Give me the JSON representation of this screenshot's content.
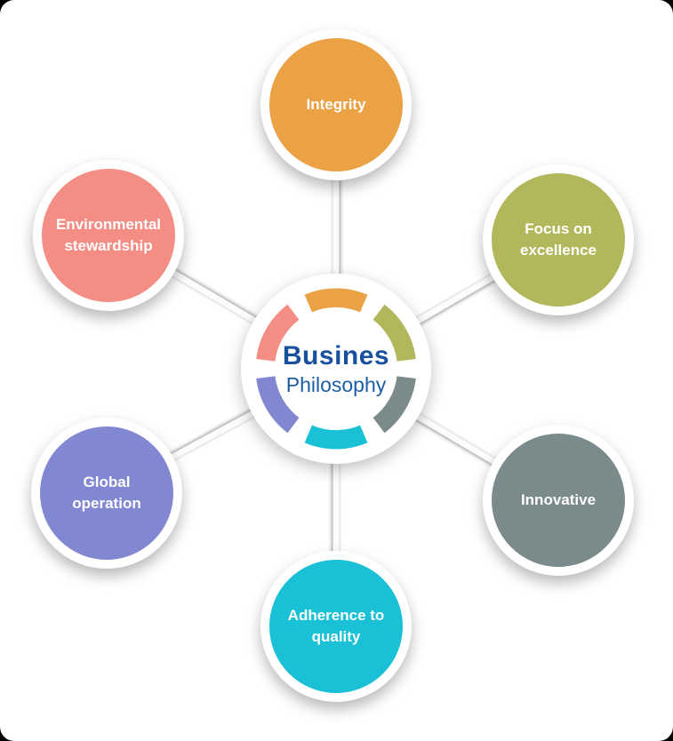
{
  "diagram": {
    "center": {
      "title_line1": "Busines",
      "title_line2": "Philosophy",
      "title_color1": "#17509e",
      "title_color2": "#1c5da6"
    },
    "nodes": [
      {
        "id": "integrity",
        "label": "Integrity",
        "color": "#eaa244"
      },
      {
        "id": "focus-on-excellence",
        "label": "Focus on excellence",
        "color": "#b2b75c"
      },
      {
        "id": "innovative",
        "label": "Innovative",
        "color": "#7b8b8b"
      },
      {
        "id": "adherence-to-quality",
        "label": "Adherence to quality",
        "color": "#19c0d6"
      },
      {
        "id": "global-operation",
        "label": "Global operation",
        "color": "#8287d2"
      },
      {
        "id": "environmental-stewardship",
        "label": "Environmental stewardship",
        "color": "#f48d83"
      }
    ]
  }
}
